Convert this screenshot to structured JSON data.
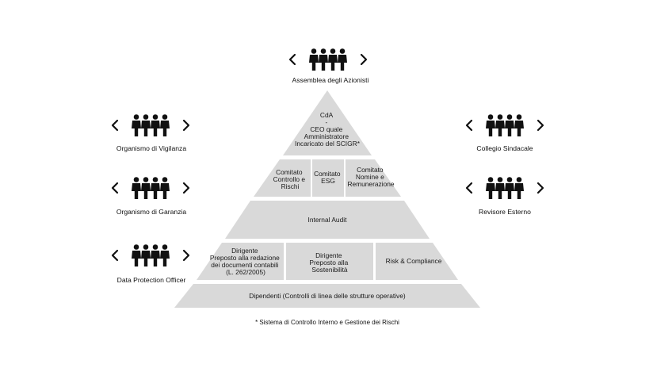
{
  "groups": {
    "assemblea": "Assemblea degli Azionisti",
    "vigilanza": "Organismo di Vigilanza",
    "garanzia": "Organismo di Garanzia",
    "dpo": "Data Protection Officer",
    "sindacale": "Collegio Sindacale",
    "revisore": "Revisore Esterno"
  },
  "pyramid": {
    "cda": [
      "CdA",
      "-",
      "CEO quale",
      "Amministratore",
      "Incaricato del SCIGR*"
    ],
    "comitato_rischi": [
      "Comitato",
      "Controllo e",
      "Rischi"
    ],
    "comitato_esg": [
      "Comitato",
      "ESG"
    ],
    "comitato_nomine": [
      "Comitato",
      "Nomine e",
      "Remunerazione"
    ],
    "internal_audit": "Internal Audit",
    "dirigente_contabili": [
      "Dirigente",
      "Preposto alla redazione",
      "dei documenti contabili",
      "(L. 262/2005)"
    ],
    "dirigente_sostenibilita": [
      "Dirigente",
      "Preposto alla",
      "Sostenibilità"
    ],
    "risk_compliance": "Risk & Compliance",
    "dipendenti": "Dipendenti (Controlli di linea delle strutture operative)"
  },
  "footnote": "* Sistema di Controllo Interno e Gestione dei Rischi"
}
